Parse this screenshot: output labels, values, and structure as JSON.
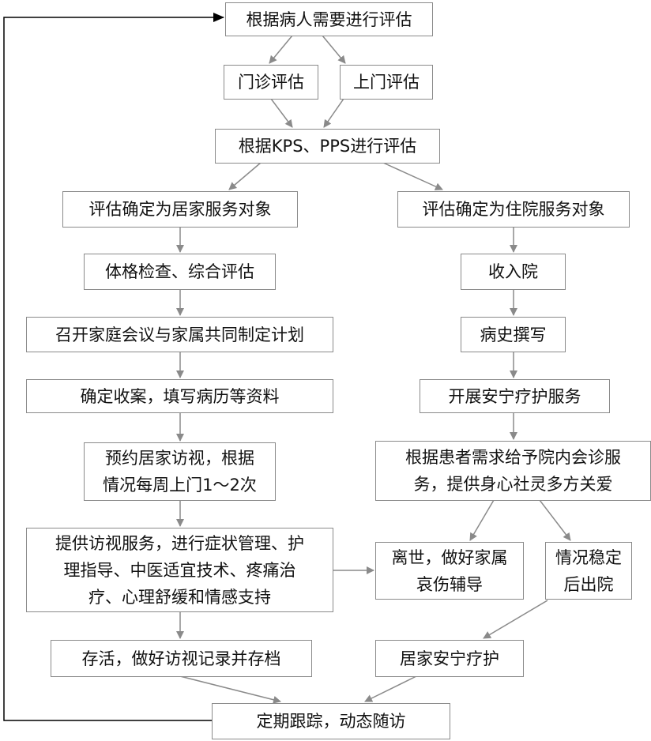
{
  "colors": {
    "border": "#8a8a8a",
    "arrow": "#8a8a8a",
    "feedback": "#000000"
  },
  "nodes": {
    "assess_need": "根据病人需要进行评估",
    "clinic_assess": "门诊评估",
    "home_assess": "上门评估",
    "kps_pps": "根据KPS、PPS进行评估",
    "home_service": "评估确定为居家服务对象",
    "inpatient_service": "评估确定为住院服务对象",
    "physical_exam": "体格检查、综合评估",
    "admission": "收入院",
    "family_meeting": "召开家庭会议与家属共同制定计划",
    "history": "病史撰写",
    "case_intake": "确定收案，填写病历等资料",
    "hospice_service": "开展安宁疗护服务",
    "home_visit_line1": "预约居家访视，根据",
    "home_visit_line2": "情况每周上门1～2次",
    "consult_line1": "根据患者需求给予院内会诊服",
    "consult_line2": "务，提供身心社灵多方关爱",
    "visit_service_line1": "提供访视服务，进行症状管理、护",
    "visit_service_line2": "理指导、中医适宜技术、疼痛治",
    "visit_service_line3": "疗、心理舒缓和情感支持",
    "death_line1": "离世，做好家属",
    "death_line2": "哀伤辅导",
    "stable_line1": "情况稳定",
    "stable_line2": "后出院",
    "survive": "存活，做好访视记录并存档",
    "home_hospice": "居家安宁疗护",
    "follow_up": "定期跟踪，动态随访"
  }
}
